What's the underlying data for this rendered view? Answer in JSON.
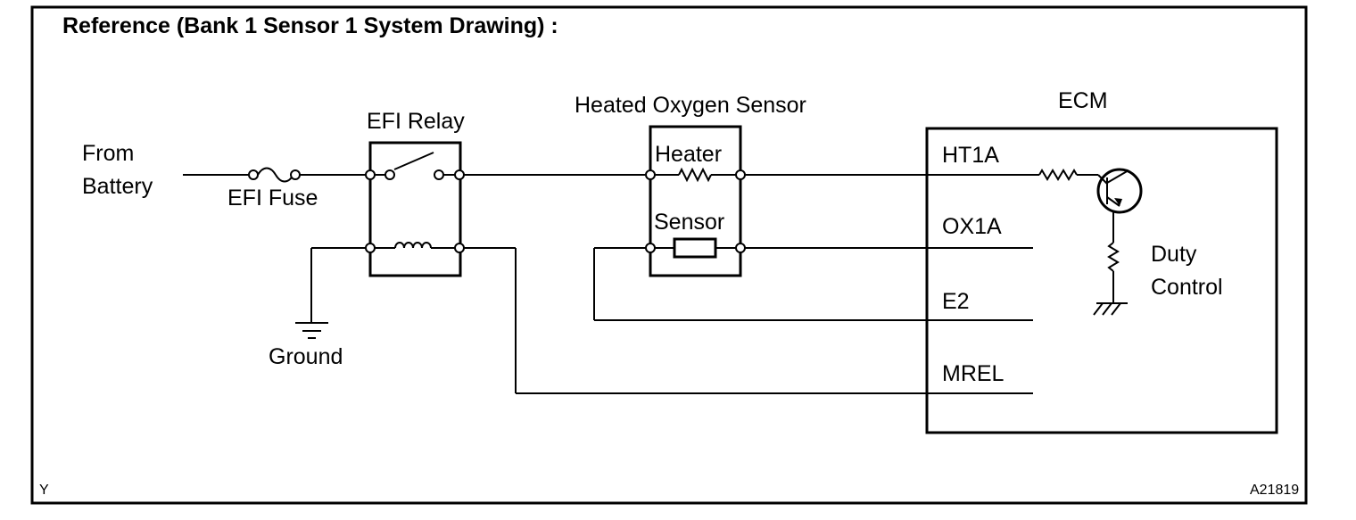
{
  "title": "Reference (Bank 1 Sensor 1 System Drawing) :",
  "labels": {
    "from": "From",
    "battery": "Battery",
    "efi_fuse": "EFI Fuse",
    "efi_relay": "EFI Relay",
    "ground": "Ground",
    "sensor_name": "Heated Oxygen Sensor",
    "heater": "Heater",
    "sensor": "Sensor",
    "ecm": "ECM",
    "duty": "Duty",
    "control": "Control"
  },
  "ecm_pins": [
    "HT1A",
    "OX1A",
    "E2",
    "MREL"
  ],
  "corner_left": "Y",
  "figure_code": "A21819"
}
